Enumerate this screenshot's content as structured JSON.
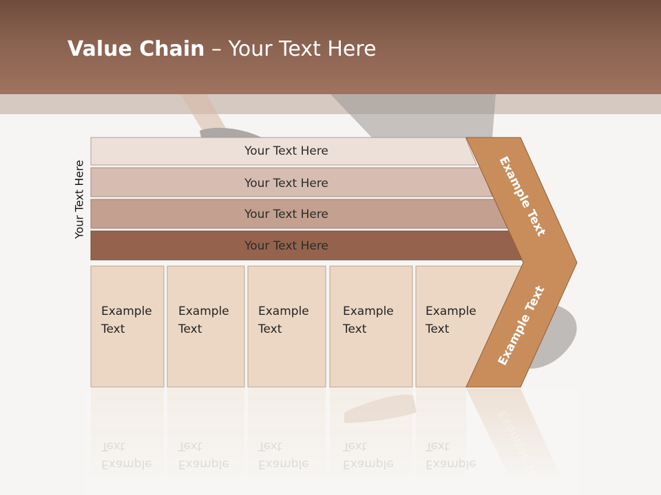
{
  "slide": {
    "title_bold": "Value Chain",
    "title_rest": " – Your Text Here",
    "side_label": "Your Text Here"
  },
  "colors": {
    "header": "#8a6250",
    "row1": "#ede0d9",
    "row2": "#d7bdb1",
    "row3": "#c3a08f",
    "row4": "#95634d",
    "box": "#ecd7c5",
    "chevron": "#c88d5b"
  },
  "rows": [
    {
      "label": "Your Text Here"
    },
    {
      "label": "Your Text Here"
    },
    {
      "label": "Your Text Here"
    },
    {
      "label": "Your Text Here"
    }
  ],
  "columns": [
    {
      "line1": "Example",
      "line2": "Text"
    },
    {
      "line1": "Example",
      "line2": "Text"
    },
    {
      "line1": "Example",
      "line2": "Text"
    },
    {
      "line1": "Example",
      "line2": "Text"
    },
    {
      "line1": "Example",
      "line2": "Text"
    }
  ],
  "chevron": {
    "upper_label": "Example Text",
    "lower_label": "Example Text"
  }
}
